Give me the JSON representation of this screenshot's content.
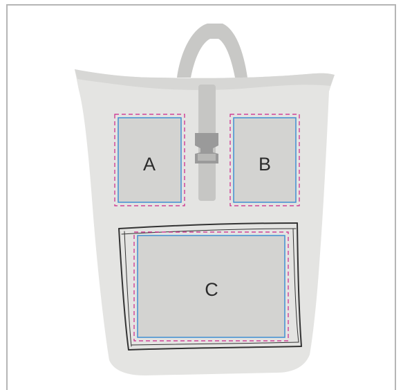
{
  "zones": {
    "a": {
      "label": "A"
    },
    "b": {
      "label": "B"
    },
    "c": {
      "label": "C"
    }
  },
  "colors": {
    "frame": "#b5b5b5",
    "bag_body": "#e4e4e2",
    "bag_shadow": "#d4d4d2",
    "handle": "#c8c8c6",
    "strap": "#c6c6c4",
    "buckle": "#9a9a9a",
    "print_area": "#d3d3d1",
    "safety_line": "#3f8fd2",
    "bleed_line": "#cc2288",
    "pocket_outline": "#333333"
  }
}
